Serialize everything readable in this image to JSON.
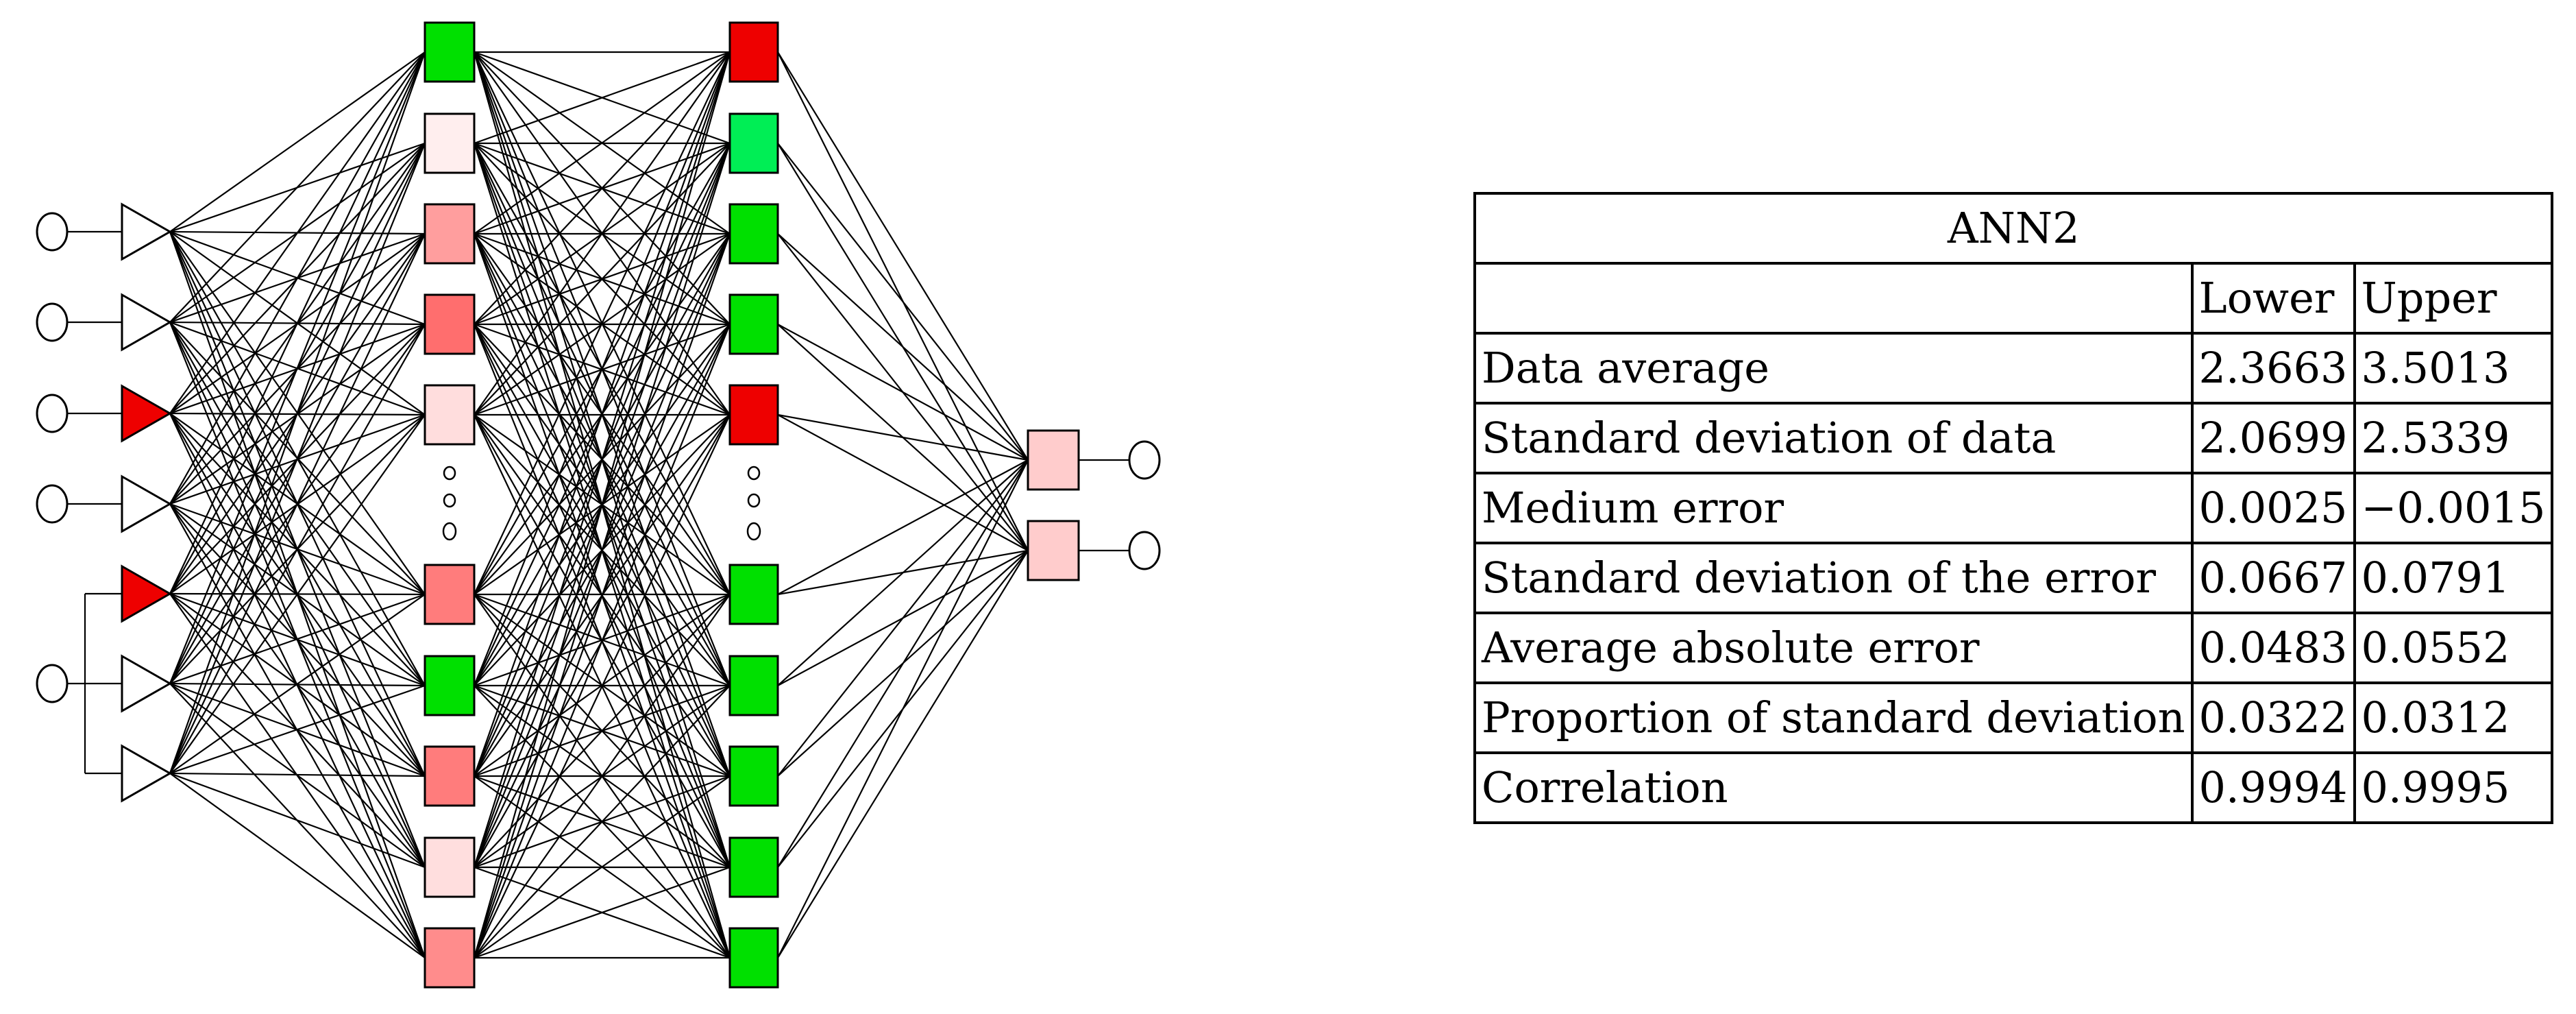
{
  "network": {
    "input_neurons": [
      {
        "active": false
      },
      {
        "active": false
      },
      {
        "active": true
      },
      {
        "active": false
      },
      {
        "active": true
      },
      {
        "active": false
      },
      {
        "active": false
      }
    ],
    "input_circles": 5,
    "hidden1": {
      "top": [
        "green",
        "#ffeeee",
        "#ff9e9e",
        "#ff6e6e",
        "#ffdddd"
      ],
      "bottom": [
        "#ff7c7c",
        "green",
        "#ff7c7c",
        "#ffdede",
        "#ff8c8c"
      ]
    },
    "hidden2": {
      "top": [
        "red",
        "#00ee55",
        "green",
        "green",
        "red"
      ],
      "bottom": [
        "green",
        "green",
        "green",
        "green",
        "green"
      ]
    },
    "outputs": [
      "#ffcccc",
      "#ffcccc"
    ],
    "colors": {
      "green": "#00e000",
      "red": "#ee0000",
      "line": "#000000"
    }
  },
  "table": {
    "title": "ANN2",
    "col_headers": [
      "",
      "Lower",
      "Upper"
    ],
    "rows": [
      {
        "metric": "Data average",
        "lower": "2.3663",
        "upper": "3.5013"
      },
      {
        "metric": "Standard deviation of data",
        "lower": "2.0699",
        "upper": "2.5339"
      },
      {
        "metric": "Medium error",
        "lower": "0.0025",
        "upper": "−0.0015"
      },
      {
        "metric": "Standard deviation of the error",
        "lower": "0.0667",
        "upper": "0.0791"
      },
      {
        "metric": "Average absolute error",
        "lower": "0.0483",
        "upper": "0.0552"
      },
      {
        "metric": "Proportion of standard deviation",
        "lower": "0.0322",
        "upper": "0.0312"
      },
      {
        "metric": "Correlation",
        "lower": "0.9994",
        "upper": "0.9995"
      }
    ]
  }
}
